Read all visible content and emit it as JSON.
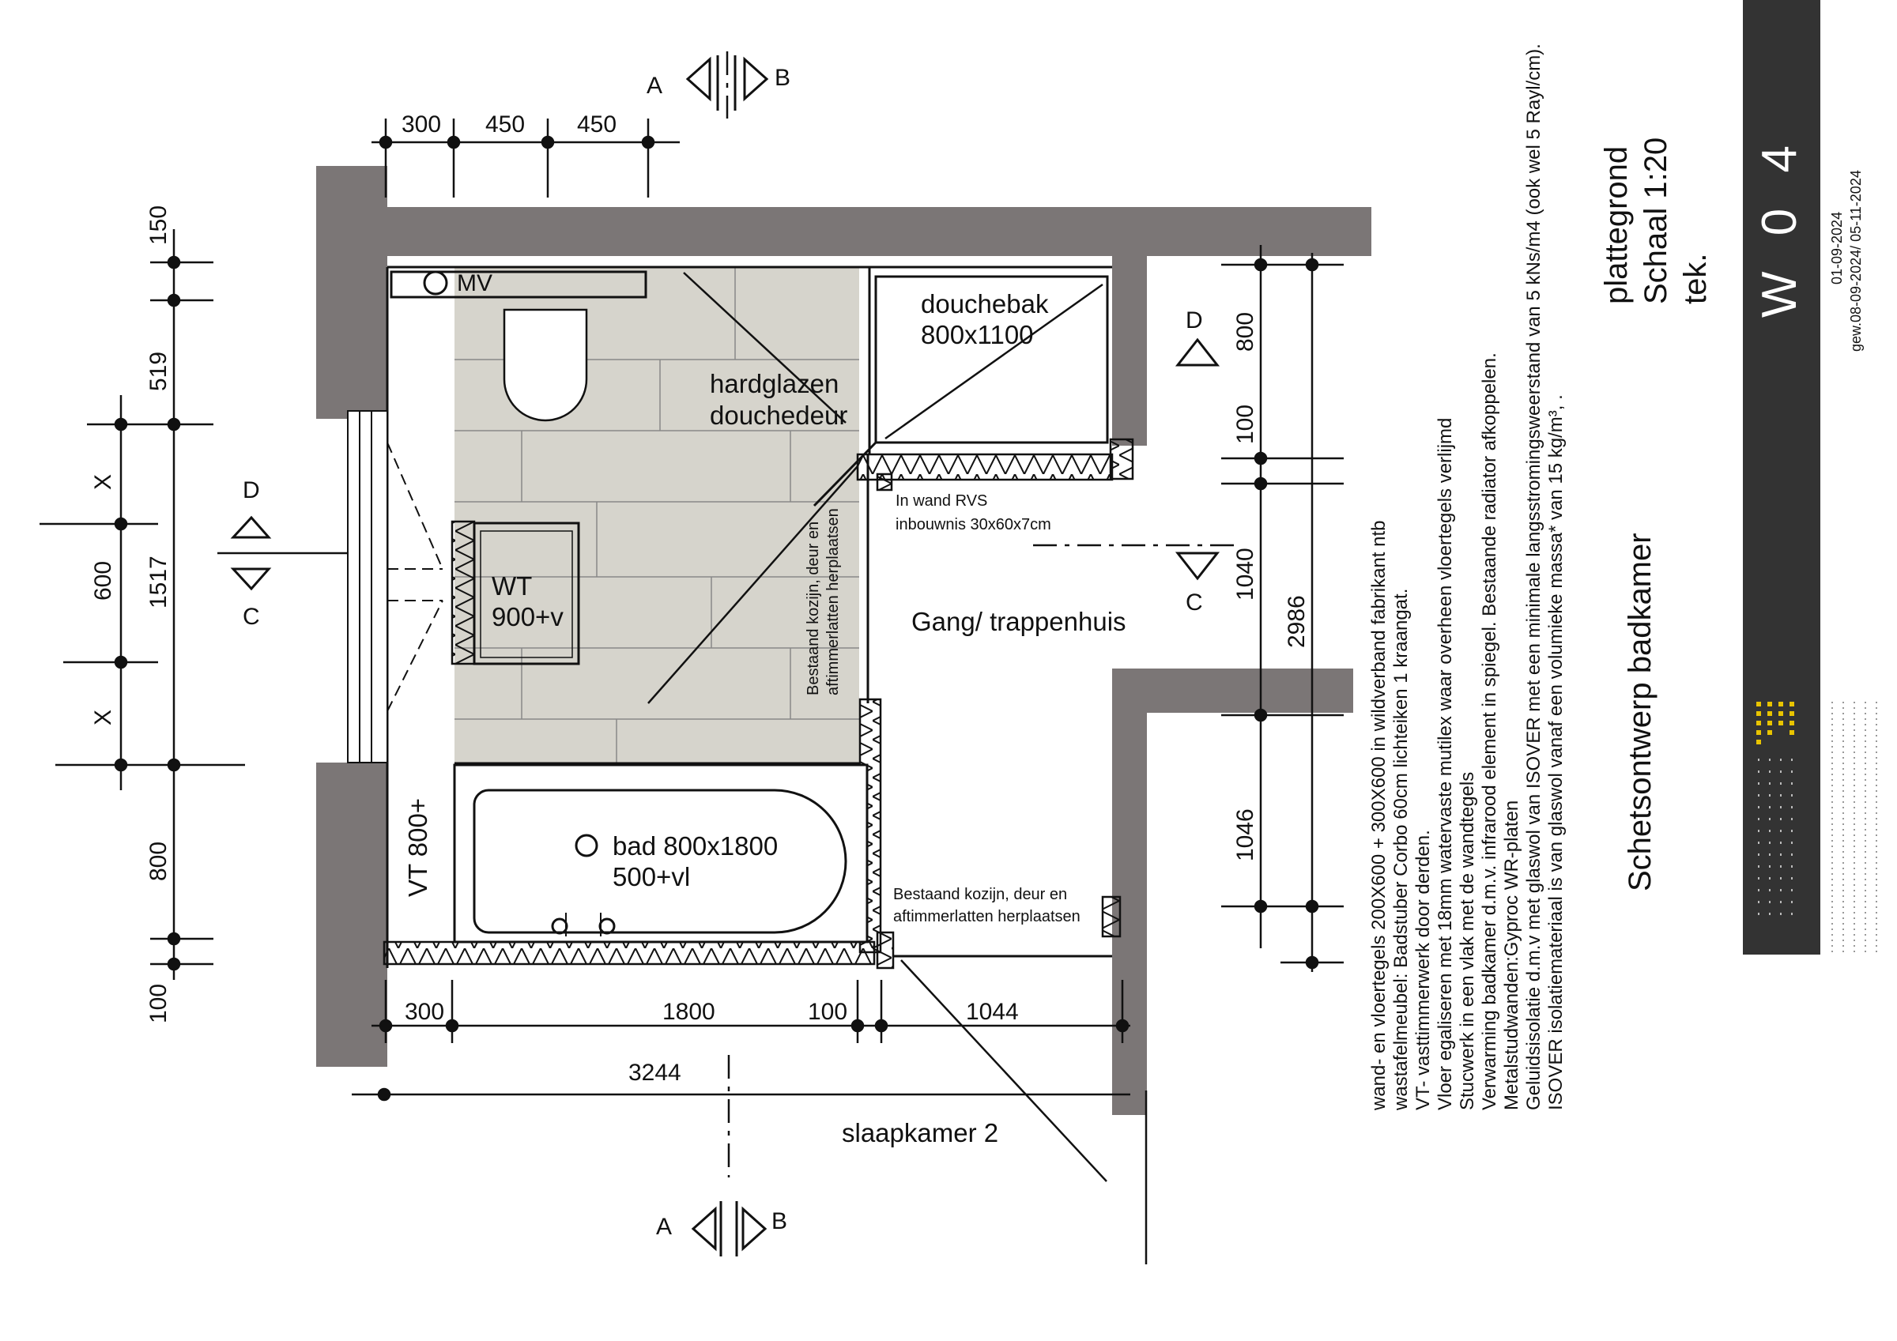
{
  "plan": {
    "labels": {
      "mv": "MV",
      "douchebak": "douchebak",
      "douchebak_size": "800x1100",
      "hardglazen": "hardglazen",
      "douchedeur": "douchedeur",
      "wt": "WT",
      "wt_size": "900+v",
      "inbouwnis_1": "In wand RVS",
      "inbouwnis_2": "inbouwnis 30x60x7cm",
      "gang": "Gang/ trappenhuis",
      "kozijn_v1": "Bestaand kozijn, deur en",
      "kozijn_v2": "aftimmerlatten herplaatsen",
      "kozijn_h1": "Bestaand kozijn, deur en",
      "kozijn_h2": "aftimmerlatten herplaatsen",
      "bad": "bad 800x1800",
      "bad_height": "500+vl",
      "vt": "VT 800+",
      "slaapkamer": "slaapkamer 2"
    },
    "section_marks": {
      "a": "A",
      "b": "B",
      "c": "C",
      "d": "D"
    },
    "dimensions": {
      "top": [
        "300",
        "450",
        "450"
      ],
      "left_outer": [
        "150",
        "519",
        "1517",
        "800",
        "100"
      ],
      "left_inner": [
        "X",
        "600",
        "X"
      ],
      "right": [
        "800",
        "100",
        "1040",
        "2986",
        "1046"
      ],
      "bottom": [
        "300",
        "1800",
        "100",
        "1044"
      ],
      "total": "3244"
    }
  },
  "notes": [
    "wand- en vloertegels        200X600 + 300X600 in wildverband fabrikant ntb",
    "wastafelmeubel:  Badstuber Corbo 60cm lichteiken 1 kraangat.",
    "VT- vasttimmerwerk door derden.",
    "Vloer egaliseren met 18mm watervaste mutilex waar overheen vloertegels verlijmd",
    "Stucwerk in een vlak met de wandtegels",
    "Verwarming badkamer d.m.v. infrarood element in spiegel. Bestaande radiator afkoppelen.",
    "Metalstudwanden:Gyproc WR-platen",
    "Geluidsisolatie d.m.v met glaswol van ISOVER met een minimale langsstromingsweerstand van 5 kNs/m4 (ook wel 5 Rayl/cm).",
    "ISOVER isolatiemateriaal is van glaswol vanaf een volumieke massa* van 15 kg/m³, ."
  ],
  "title": {
    "line1": "plattegrond",
    "line2": "Schaal 1:20",
    "line3": "tek.",
    "design": "Schetsontwerp badkamer",
    "sheet": "W 0 4",
    "date": "01-09-2024",
    "revised": "gew.08-09-2024/ 05-11-2024"
  },
  "colors": {
    "wall": "#7b7676",
    "tile": "#d6d4cc",
    "ink": "#111111",
    "titleblock": "#333333"
  }
}
